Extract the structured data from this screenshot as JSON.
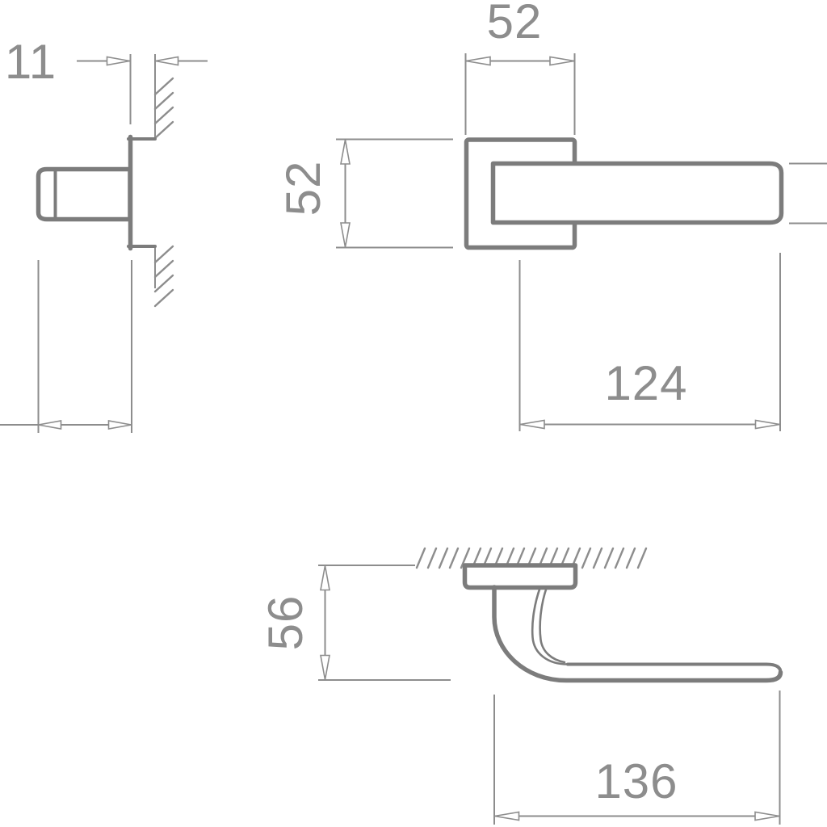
{
  "drawing": {
    "type": "technical-drawing",
    "subject": "door-handle-with-square-rosette",
    "views": {
      "side_view": "handle and rosette seen from the side against hatched wall",
      "front_view": "square rosette with straight lever",
      "profile_view": "handle profile mounted on hatched door edge"
    }
  },
  "dimensions": {
    "rosette_thickness": {
      "label": "11"
    },
    "rosette_width": {
      "label": "52"
    },
    "rosette_height": {
      "label": "52"
    },
    "lever_length": {
      "label": "124"
    },
    "handle_projection": {
      "label": "56"
    },
    "handle_total_length": {
      "label": "136"
    }
  },
  "colors": {
    "background": "#ffffff",
    "outline": "#7c7c7c",
    "dimension": "#8d8d8d"
  }
}
